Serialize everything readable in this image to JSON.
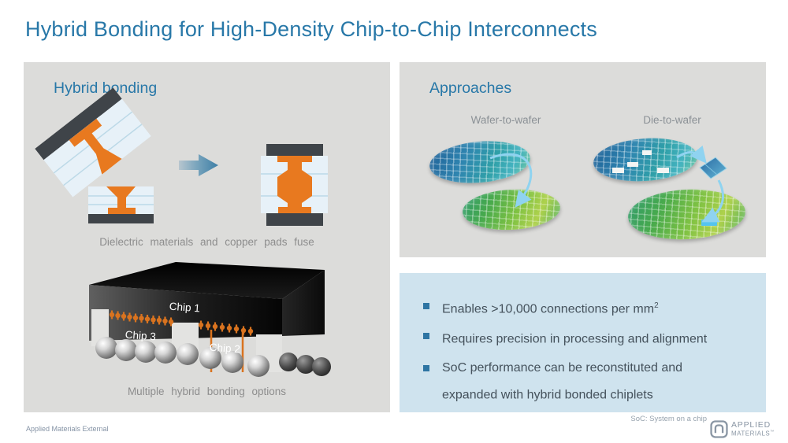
{
  "slide": {
    "title": "Hybrid Bonding for High-Density Chip-to-Chip Interconnects"
  },
  "left_panel": {
    "heading": "Hybrid bonding",
    "caption_fuse": "Dielectric materials and copper pads fuse",
    "chips": [
      "Chip 1",
      "Chip 2",
      "Chip 3"
    ],
    "caption_options": "Multiple hybrid bonding options"
  },
  "approaches": {
    "heading": "Approaches",
    "labels": {
      "wafer_to_wafer": "Wafer-to-wafer",
      "die_to_wafer": "Die-to-wafer"
    }
  },
  "key_points": {
    "items": [
      {
        "text": "Enables >10,000 connections per mm",
        "sup": "2"
      },
      {
        "text": "Requires precision in processing and alignment",
        "sup": ""
      },
      {
        "text": "SoC performance can be reconstituted and expanded with hybrid bonded chiplets",
        "sup": ""
      }
    ]
  },
  "footer": {
    "classification": "Applied Materials External",
    "footnote": "SoC: System on a chip",
    "logo": {
      "line1": "APPLIED",
      "line2": "MATERIALS",
      "mark": "™"
    }
  },
  "colors": {
    "accent_blue": "#2878a8",
    "panel_gray": "#dcdcda",
    "panel_light_blue": "#cfe3ee",
    "copper_orange": "#e8791f",
    "arrow_light_blue": "#8fd3f0",
    "caption_gray": "#8d8d8d",
    "bullet_text": "#45525c"
  }
}
